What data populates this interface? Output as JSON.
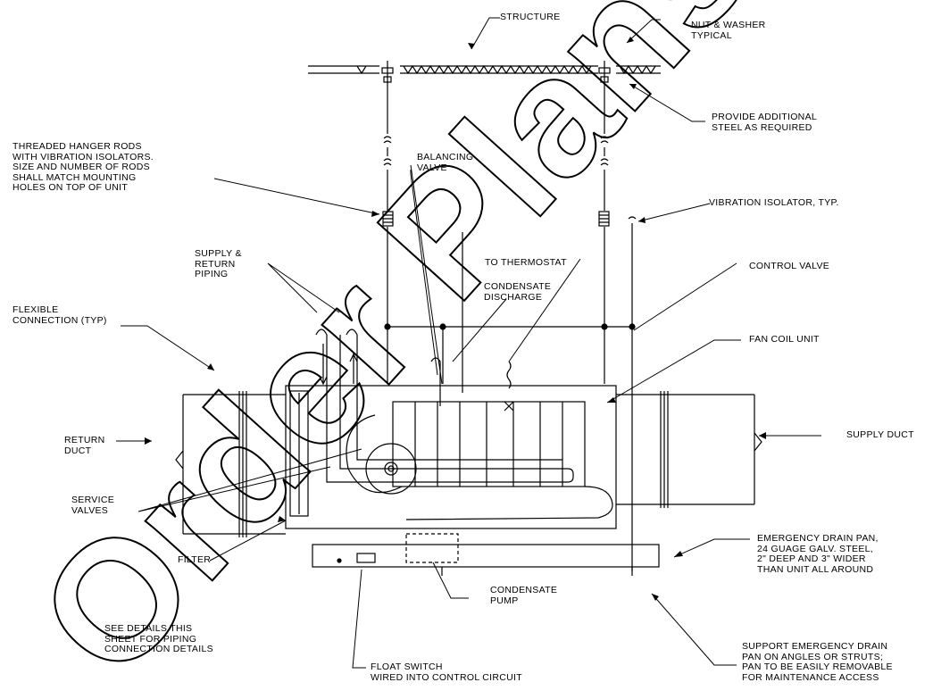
{
  "labels": {
    "structure": "STRUCTURE",
    "nut_washer": "NUT & WASHER\nTYPICAL",
    "provide_steel": "PROVIDE ADDITIONAL\nSTEEL AS REQUIRED",
    "hanger_rods": "THREADED HANGER RODS\nWITH VIBRATION ISOLATORS.\nSIZE AND NUMBER OF RODS\nSHALL MATCH MOUNTING\nHOLES ON TOP OF UNIT",
    "balancing_valve": "BALANCING\nVALVE",
    "vibration_isolator": "VIBRATION ISOLATOR, TYP.",
    "supply_return": "SUPPLY &\nRETURN\nPIPING",
    "to_thermostat": "TO THERMOSTAT",
    "condensate_discharge": "CONDENSATE\nDISCHARGE",
    "control_valve": "CONTROL VALVE",
    "flexible_connection": "FLEXIBLE\nCONNECTION (TYP)",
    "fan_coil_unit": "FAN COIL UNIT",
    "return_duct": "RETURN\nDUCT",
    "supply_duct": "SUPPLY DUCT",
    "service_valves": "SERVICE\nVALVES",
    "filter": "FILTER",
    "emergency_drain_pan": "EMERGENCY DRAIN PAN,\n24 GUAGE GALV. STEEL,\n2\" DEEP AND 3\" WIDER\nTHAN UNIT ALL AROUND",
    "condensate_pump": "CONDENSATE\nPUMP",
    "see_details": "SEE DETAILS THIS\nSHEET FOR PIPING\nCONNECTION DETAILS",
    "float_switch": "FLOAT SWITCH\nWIRED INTO CONTROL CIRCUIT",
    "support_drain": "SUPPORT EMERGENCY DRAIN\nPAN ON ANGLES OR STRUTS;\nPAN TO BE EASILY REMOVABLE\nFOR MAINTENANCE ACCESS"
  },
  "watermark": "Order Plans @"
}
